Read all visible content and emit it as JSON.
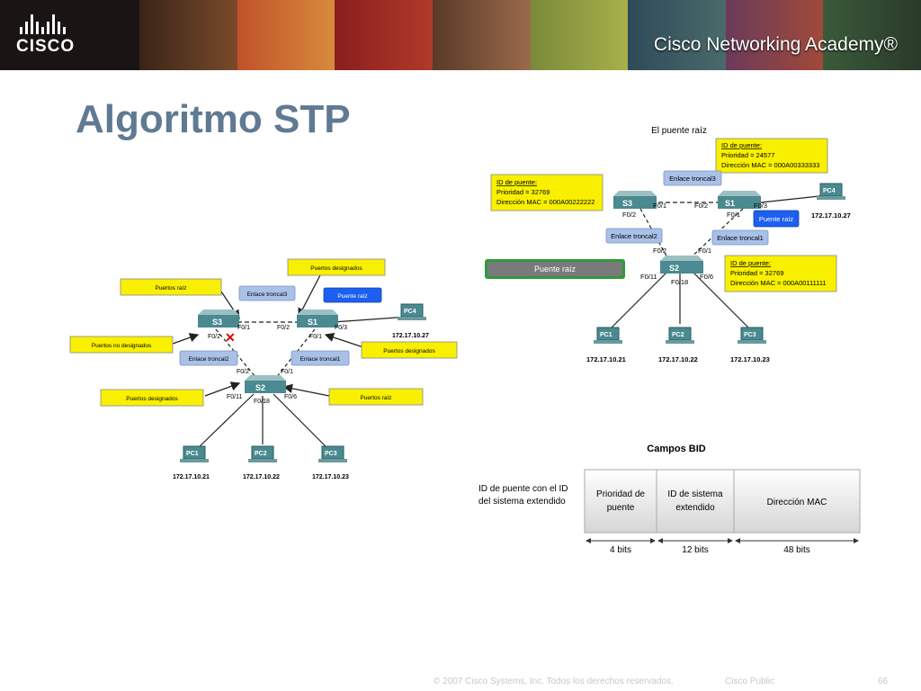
{
  "header": {
    "logo_text": "CISCO",
    "academy_text": "Cisco Networking Academy®"
  },
  "slide_title": "Algoritmo STP",
  "left_diagram": {
    "callouts": {
      "puertos_raiz_top": "Puertos raíz",
      "puertos_designados_top": "Puertos designados",
      "puertos_no_designados": "Puertos no designados",
      "puertos_designados_right": "Puertos designados",
      "puertos_designados_left": "Puertos designados",
      "puertos_raiz_right": "Puertos raíz"
    },
    "trunks": {
      "t3": "Enlace troncal3",
      "t2": "Enlace troncal2",
      "t1": "Enlace troncal1"
    },
    "root_label": "Puente raíz",
    "switches": {
      "s3": "S3",
      "s1": "S1",
      "s2": "S2"
    },
    "ports": {
      "s3_f01": "F0/1",
      "s3_f02": "F0/2",
      "s1_f02": "F0/2",
      "s1_f03": "F0/3",
      "s1_f01": "F0/1",
      "s2_f02": "F0/2",
      "s2_f01": "F0/1",
      "s2_f011": "F0/11",
      "s2_f018": "F0/18",
      "s2_f06": "F0/6"
    },
    "pcs": [
      {
        "name": "PC4",
        "ip": "172.17.10.27"
      },
      {
        "name": "PC1",
        "ip": "172.17.10.21"
      },
      {
        "name": "PC2",
        "ip": "172.17.10.22"
      },
      {
        "name": "PC3",
        "ip": "172.17.10.23"
      }
    ]
  },
  "right_diagram": {
    "title": "El puente raíz",
    "bid_s1": {
      "l1": "ID de puente:",
      "l2": "Prioridad = 24577",
      "l3": "Dirección MAC = 000A00333333"
    },
    "bid_s3": {
      "l1": "ID de puente:",
      "l2": "Prioridad = 32769",
      "l3": "Dirección MAC = 000A00222222"
    },
    "bid_s2": {
      "l1": "ID de puente:",
      "l2": "Prioridad = 32769",
      "l3": "Dirección MAC = 000A00111111"
    },
    "trunks": {
      "t3": "Enlace troncal3",
      "t2": "Enlace troncal2",
      "t1": "Enlace troncal1"
    },
    "root_label": "Puente raíz",
    "root_button": "Puente raíz",
    "switches": {
      "s3": "S3",
      "s1": "S1",
      "s2": "S2"
    },
    "ports": {
      "s3_f01": "F0/1",
      "s3_f02": "F0/2",
      "s1_f02": "F0/2",
      "s1_f03": "F0/3",
      "s1_f01": "F0/1",
      "s2_f02": "F0/2",
      "s2_f01": "F0/1",
      "s2_f011": "F0/11",
      "s2_f018": "F0/18",
      "s2_f06": "F0/6"
    },
    "pcs": [
      {
        "name": "PC4",
        "ip": "172.17.10.27"
      },
      {
        "name": "PC1",
        "ip": "172.17.10.21"
      },
      {
        "name": "PC2",
        "ip": "172.17.10.22"
      },
      {
        "name": "PC3",
        "ip": "172.17.10.23"
      }
    ]
  },
  "bid_fields": {
    "title": "Campos BID",
    "left_label_line1": "ID de puente con el ID",
    "left_label_line2": "del sistema extendido",
    "field1_line1": "Prioridad de",
    "field1_line2": "puente",
    "field2_line1": "ID de sistema",
    "field2_line2": "extendido",
    "field3": "Dirección MAC",
    "bits1": "4 bits",
    "bits2": "12 bits",
    "bits3": "48 bits"
  },
  "footer": {
    "copyright": "© 2007 Cisco Systems, Inc. Todos los derechos reservados.",
    "classification": "Cisco Public",
    "page": "66"
  }
}
